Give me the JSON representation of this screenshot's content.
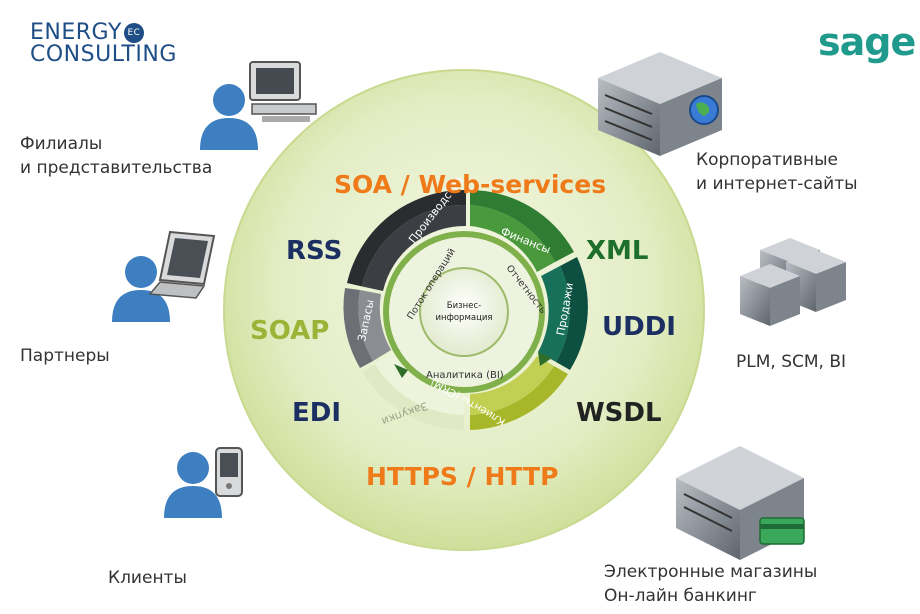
{
  "logo": {
    "energy_line1": "ENERGY",
    "energy_ec": "EC",
    "energy_line2": "CONSULTING",
    "sage": "sage"
  },
  "left_labels": {
    "branches_line1": "Филиалы",
    "branches_line2": "и представительства",
    "partners": "Партнеры",
    "clients": "Клиенты"
  },
  "right_labels": {
    "sites_line1": "Корпоративные",
    "sites_line2": "и интернет-сайты",
    "plm": "PLM, SCM, BI",
    "shops_line1": "Электронные магазины",
    "shops_line2": "Он-лайн банкинг"
  },
  "circle": {
    "top_title": "SOA / Web-services",
    "bottom_title": "HTTPS / HTTP",
    "protocols": {
      "rss": "RSS",
      "soap": "SOAP",
      "edi": "EDI",
      "xml": "XML",
      "uddi": "UDDI",
      "wsdl": "WSDL"
    },
    "segments": {
      "production": "Производство",
      "finance": "Финансы",
      "sales": "Продажи",
      "clients_crm": "Клиенты (CRM)",
      "purchases": "Закупки",
      "stock": "Запасы"
    },
    "inner": {
      "operations_flow": "Поток операций",
      "reporting": "Отчетность",
      "analytics": "Аналитика (BI)",
      "center_line1": "Бизнес-",
      "center_line2": "информация"
    }
  },
  "colors": {
    "energy_blue": "#1f4e86",
    "sage_teal": "#1f9a8c",
    "orange": "#ef7a1a",
    "navy": "#1c2f63",
    "dark_green": "#1e6e2c",
    "olive": "#9bb437",
    "dark_teal": "#0f5a4a",
    "person_blue": "#3d7fc1"
  },
  "icons": [
    "person-icon",
    "desktop-computer-icon",
    "laptop-icon",
    "pda-icon",
    "server-icon",
    "globe-icon",
    "server-rack-icon",
    "credit-card-icon"
  ]
}
